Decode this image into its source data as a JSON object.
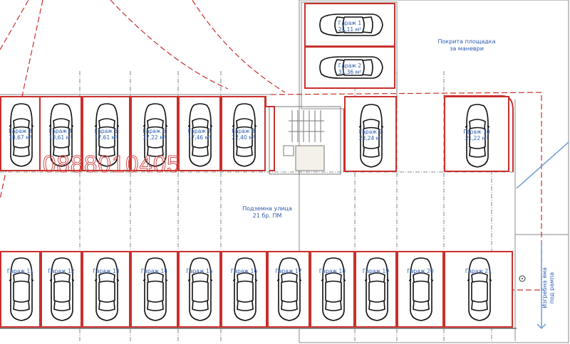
{
  "watermark": "0888010405",
  "areas": {
    "maneuver": [
      "Покрита площадка",
      "за маневри"
    ],
    "street": [
      "Подземна улица",
      "21 бр. ПМ"
    ],
    "ramp": [
      "Изгребна яма",
      "под рампа"
    ]
  },
  "garages": [
    {
      "label": "Гараж 1",
      "area": "24,11 м²"
    },
    {
      "label": "Гараж 2",
      "area": "31,36 м²"
    },
    {
      "label": "Гараж 3",
      "area": "18,67 м²"
    },
    {
      "label": "Гараж 4",
      "area": "18,61 м²"
    },
    {
      "label": "Гараж 5",
      "area": "17,61 м²"
    },
    {
      "label": "Гараж 6",
      "area": "17,22 м²"
    },
    {
      "label": "Гараж 7",
      "area": "17,46 м²"
    },
    {
      "label": "Гараж 8",
      "area": "22,40 м²"
    },
    {
      "label": "Гараж 9",
      "area": "23,24 м²"
    },
    {
      "label": "Гараж 10",
      "area": "21,22 м²"
    },
    {
      "label": "Гараж 11",
      "area": ""
    },
    {
      "label": "Гараж 12",
      "area": ""
    },
    {
      "label": "Гараж 13",
      "area": ""
    },
    {
      "label": "Гараж 14",
      "area": ""
    },
    {
      "label": "Гараж 15",
      "area": ""
    },
    {
      "label": "Гараж 16",
      "area": ""
    },
    {
      "label": "Гараж 17",
      "area": ""
    },
    {
      "label": "Гараж 18",
      "area": ""
    },
    {
      "label": "Гараж 19",
      "area": ""
    },
    {
      "label": "Гараж 20",
      "area": ""
    },
    {
      "label": "Гараж 21",
      "area": ""
    }
  ],
  "colors": {
    "wall": "#c9302c",
    "text": "#2a5ab0",
    "line": "#555555"
  }
}
